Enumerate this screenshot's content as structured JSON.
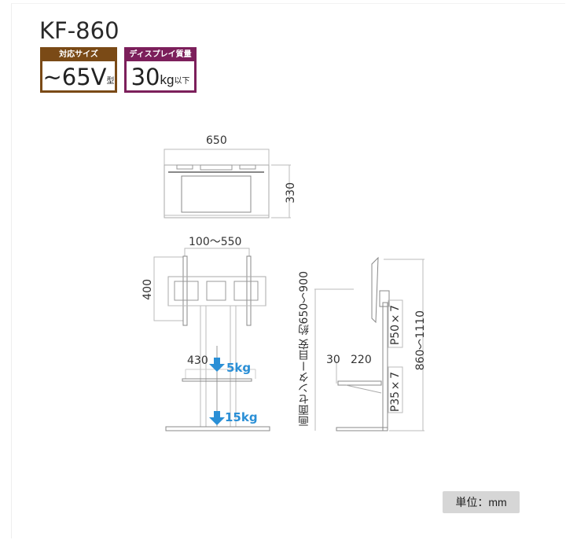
{
  "product": {
    "model": "KF-860"
  },
  "badges": [
    {
      "header": "対応サイズ",
      "value": "~65V",
      "suffix": "型",
      "color": "#7a4a16"
    },
    {
      "header": "ディスプレイ質量",
      "value": "30",
      "unit": "kg",
      "suffix": "以下",
      "color": "#7c1f5b"
    }
  ],
  "top_view": {
    "width_label": "650",
    "depth_label": "330"
  },
  "front_view": {
    "vesa_width_label": "100〜550",
    "vesa_height_label": "400",
    "shelf_width_label": "430",
    "shelf_load_label": "5kg",
    "base_load_label": "15kg",
    "load_arrow_color": "#2a8fd6"
  },
  "side_view": {
    "screen_center_label": "画面センター目安 約650〜900",
    "shelf_offset_label": "30",
    "shelf_depth_label": "220",
    "upper_pitch_label": "P50×7",
    "lower_pitch_label": "P35×7",
    "total_height_label": "860〜1110"
  },
  "unit_badge": "単位：mm"
}
